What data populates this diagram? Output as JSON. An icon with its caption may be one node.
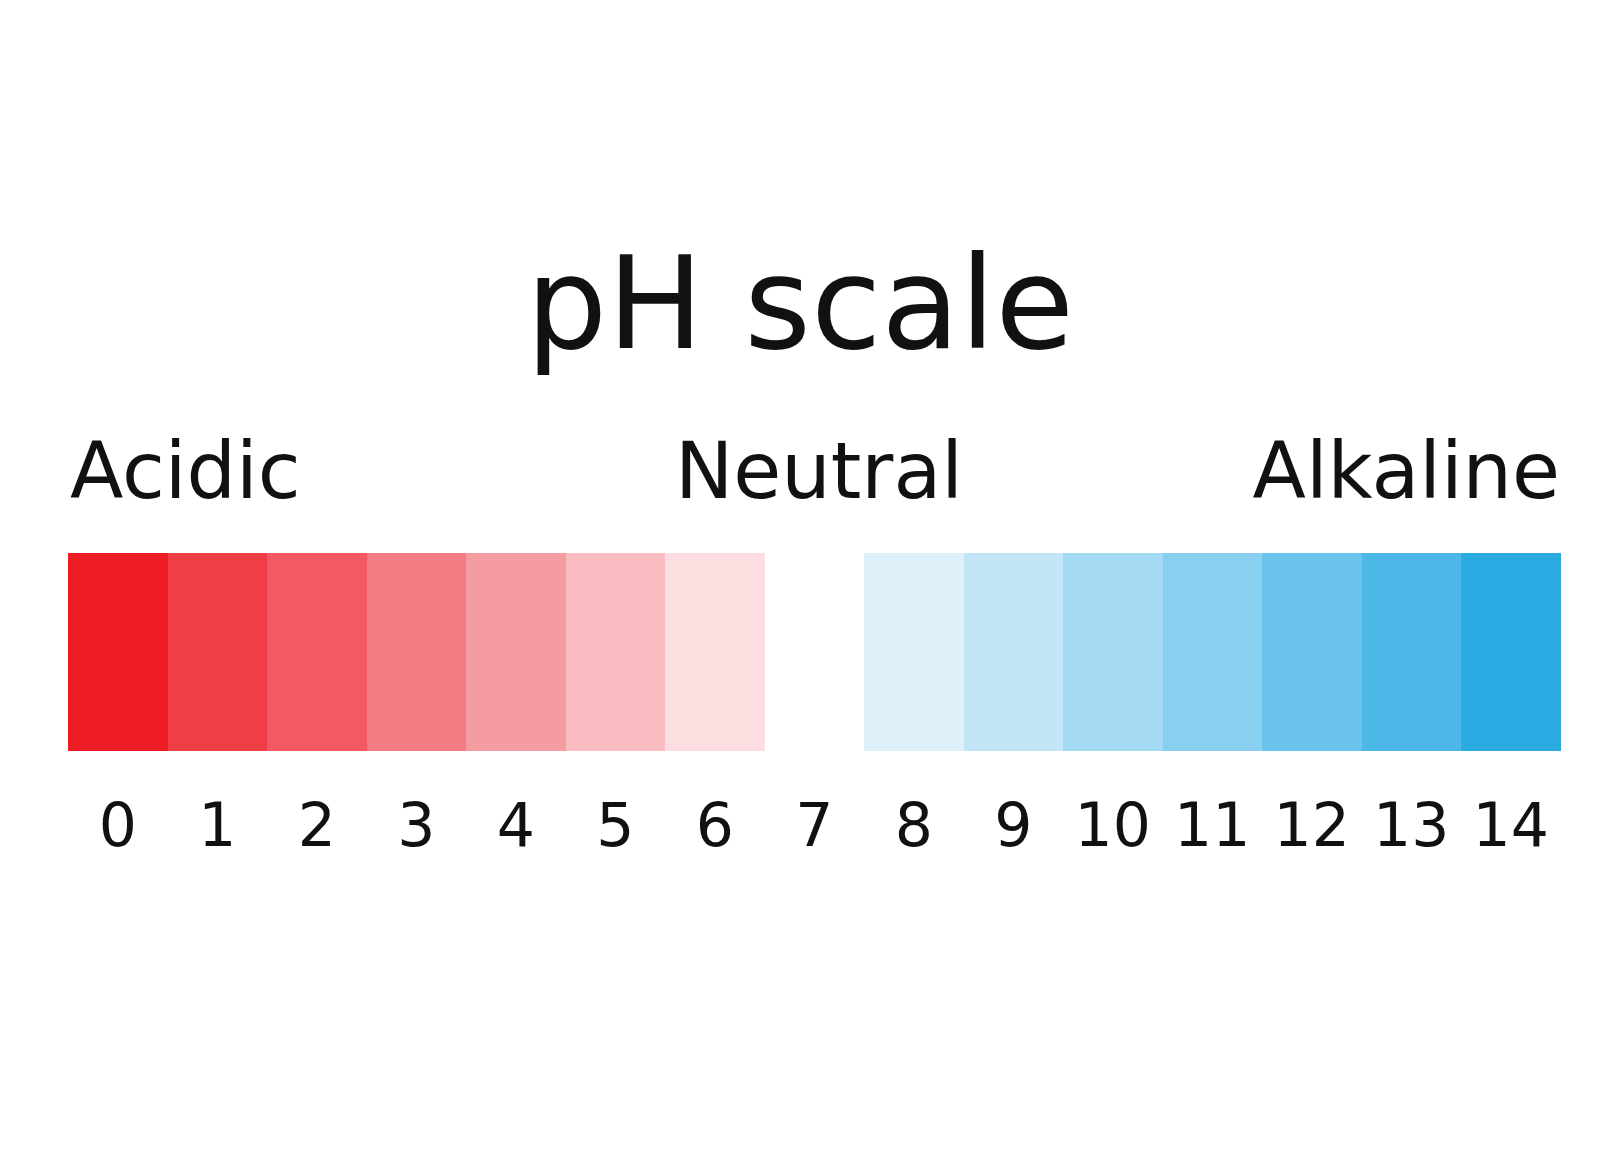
{
  "diagram": {
    "title": "pH scale",
    "labels": [
      "Acidic",
      "Neutral",
      "Alkaline",
      "0",
      "1",
      "2",
      "3",
      "4",
      "5",
      "6",
      "7",
      "8",
      "9",
      "10",
      "11",
      "12",
      "13",
      "14"
    ]
  }
}
